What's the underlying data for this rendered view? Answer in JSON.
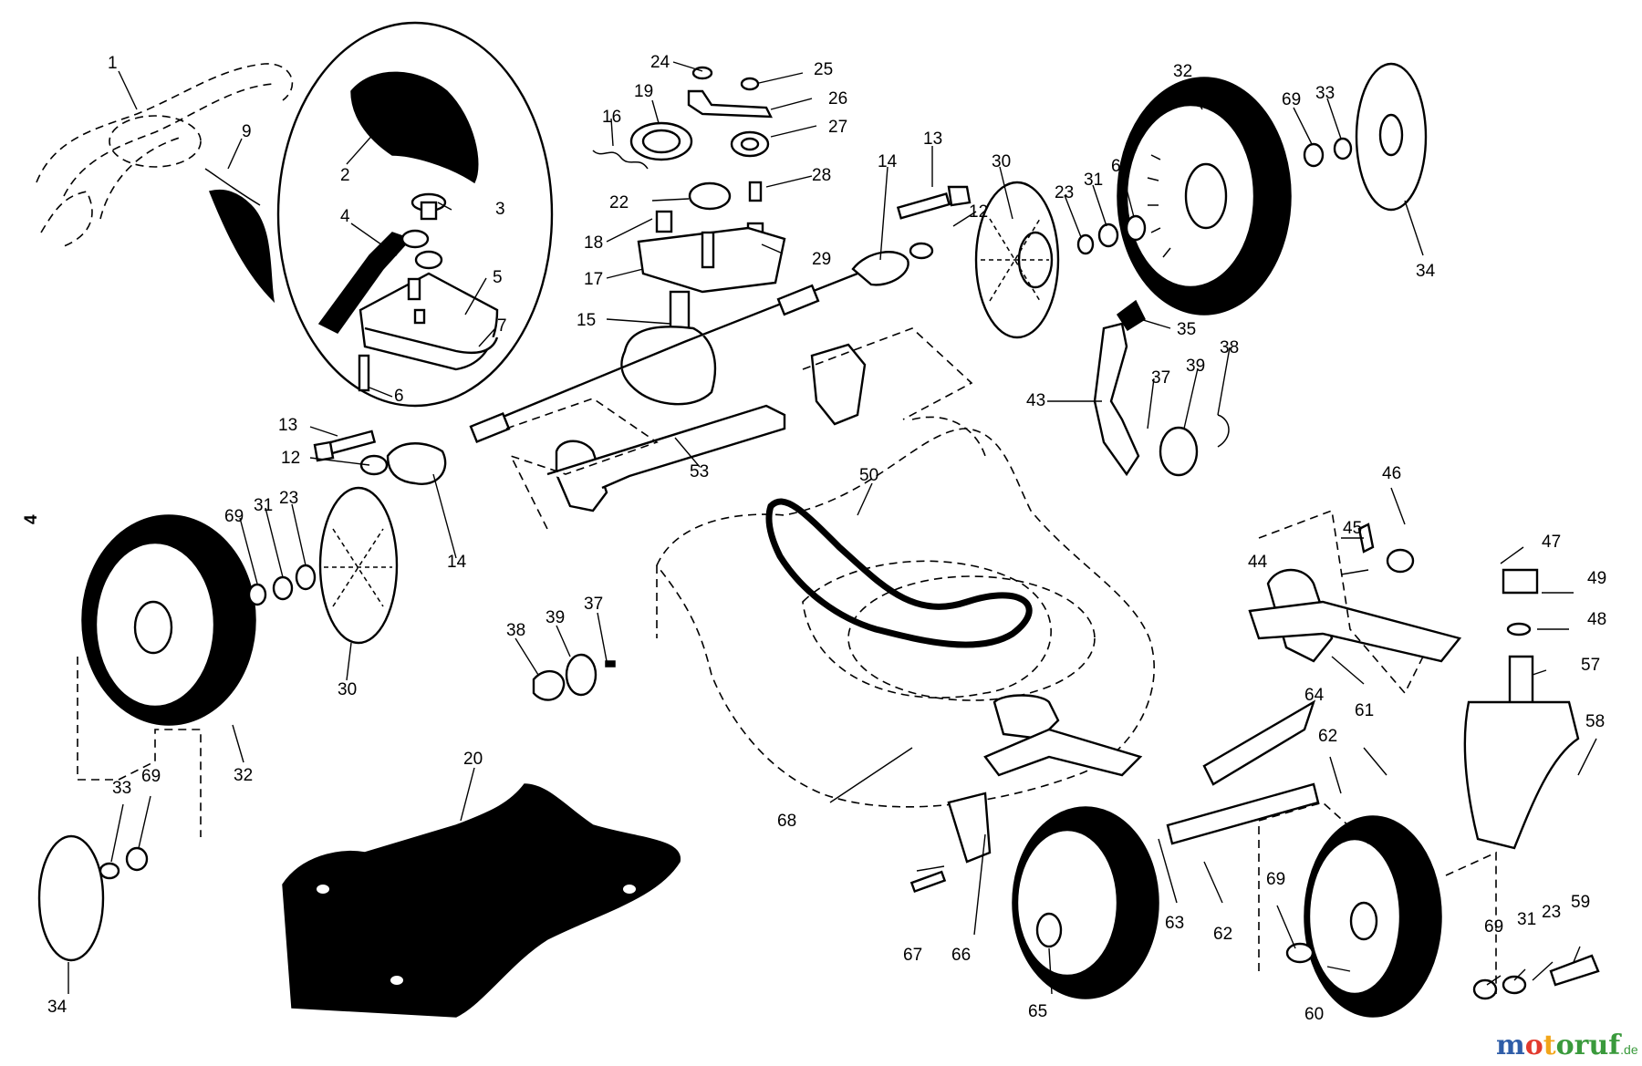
{
  "callouts": [
    {
      "id": "c1",
      "label": "1"
    },
    {
      "id": "c9",
      "label": "9"
    },
    {
      "id": "c2",
      "label": "2"
    },
    {
      "id": "c3",
      "label": "3"
    },
    {
      "id": "c4",
      "label": "4"
    },
    {
      "id": "c5",
      "label": "5"
    },
    {
      "id": "c7",
      "label": "7"
    },
    {
      "id": "c6",
      "label": "6"
    },
    {
      "id": "c24",
      "label": "24"
    },
    {
      "id": "c25",
      "label": "25"
    },
    {
      "id": "c26",
      "label": "26"
    },
    {
      "id": "c19",
      "label": "19"
    },
    {
      "id": "c16",
      "label": "16"
    },
    {
      "id": "c27",
      "label": "27"
    },
    {
      "id": "c28",
      "label": "28"
    },
    {
      "id": "c22",
      "label": "22"
    },
    {
      "id": "c18",
      "label": "18"
    },
    {
      "id": "c17",
      "label": "17"
    },
    {
      "id": "c29",
      "label": "29"
    },
    {
      "id": "c15",
      "label": "15"
    },
    {
      "id": "c14a",
      "label": "14"
    },
    {
      "id": "c13a",
      "label": "13"
    },
    {
      "id": "c12a",
      "label": "12"
    },
    {
      "id": "c30a",
      "label": "30"
    },
    {
      "id": "c23a",
      "label": "23"
    },
    {
      "id": "c31a",
      "label": "31"
    },
    {
      "id": "c69a",
      "label": "69"
    },
    {
      "id": "c32a",
      "label": "32"
    },
    {
      "id": "c69b",
      "label": "69"
    },
    {
      "id": "c33a",
      "label": "33"
    },
    {
      "id": "c34a",
      "label": "34"
    },
    {
      "id": "c35",
      "label": "35"
    },
    {
      "id": "c37a",
      "label": "37"
    },
    {
      "id": "c38a",
      "label": "38"
    },
    {
      "id": "c39a",
      "label": "39"
    },
    {
      "id": "c43",
      "label": "43"
    },
    {
      "id": "c13b",
      "label": "13"
    },
    {
      "id": "c12b",
      "label": "12"
    },
    {
      "id": "c14b",
      "label": "14"
    },
    {
      "id": "c53",
      "label": "53"
    },
    {
      "id": "c50",
      "label": "50"
    },
    {
      "id": "c69c",
      "label": "69"
    },
    {
      "id": "c31b",
      "label": "31"
    },
    {
      "id": "c23b",
      "label": "23"
    },
    {
      "id": "c30b",
      "label": "30"
    },
    {
      "id": "c32b",
      "label": "32"
    },
    {
      "id": "c38b",
      "label": "38"
    },
    {
      "id": "c39b",
      "label": "39"
    },
    {
      "id": "c37b",
      "label": "37"
    },
    {
      "id": "c33b",
      "label": "33"
    },
    {
      "id": "c69d",
      "label": "69"
    },
    {
      "id": "c34b",
      "label": "34"
    },
    {
      "id": "c20",
      "label": "20"
    },
    {
      "id": "c46",
      "label": "46"
    },
    {
      "id": "c45",
      "label": "45"
    },
    {
      "id": "c47",
      "label": "47"
    },
    {
      "id": "c44",
      "label": "44"
    },
    {
      "id": "c49",
      "label": "49"
    },
    {
      "id": "c48",
      "label": "48"
    },
    {
      "id": "c57",
      "label": "57"
    },
    {
      "id": "c64",
      "label": "64"
    },
    {
      "id": "c58",
      "label": "58"
    },
    {
      "id": "c61",
      "label": "61"
    },
    {
      "id": "c62a",
      "label": "62"
    },
    {
      "id": "c68",
      "label": "68"
    },
    {
      "id": "c67",
      "label": "67"
    },
    {
      "id": "c66",
      "label": "66"
    },
    {
      "id": "c65",
      "label": "65"
    },
    {
      "id": "c63",
      "label": "63"
    },
    {
      "id": "c62b",
      "label": "62"
    },
    {
      "id": "c69e",
      "label": "69"
    },
    {
      "id": "c60",
      "label": "60"
    },
    {
      "id": "c69f",
      "label": "69"
    },
    {
      "id": "c31c",
      "label": "31"
    },
    {
      "id": "c23c",
      "label": "23"
    },
    {
      "id": "c59",
      "label": "59"
    }
  ],
  "page_number": "4",
  "watermark": {
    "brand": "motoruf",
    "tld": ".de",
    "color_m": "#2f5da8",
    "color_o": "#e23a2e",
    "color_t": "#f2a51a",
    "color_rest": "#3a9a3c"
  }
}
